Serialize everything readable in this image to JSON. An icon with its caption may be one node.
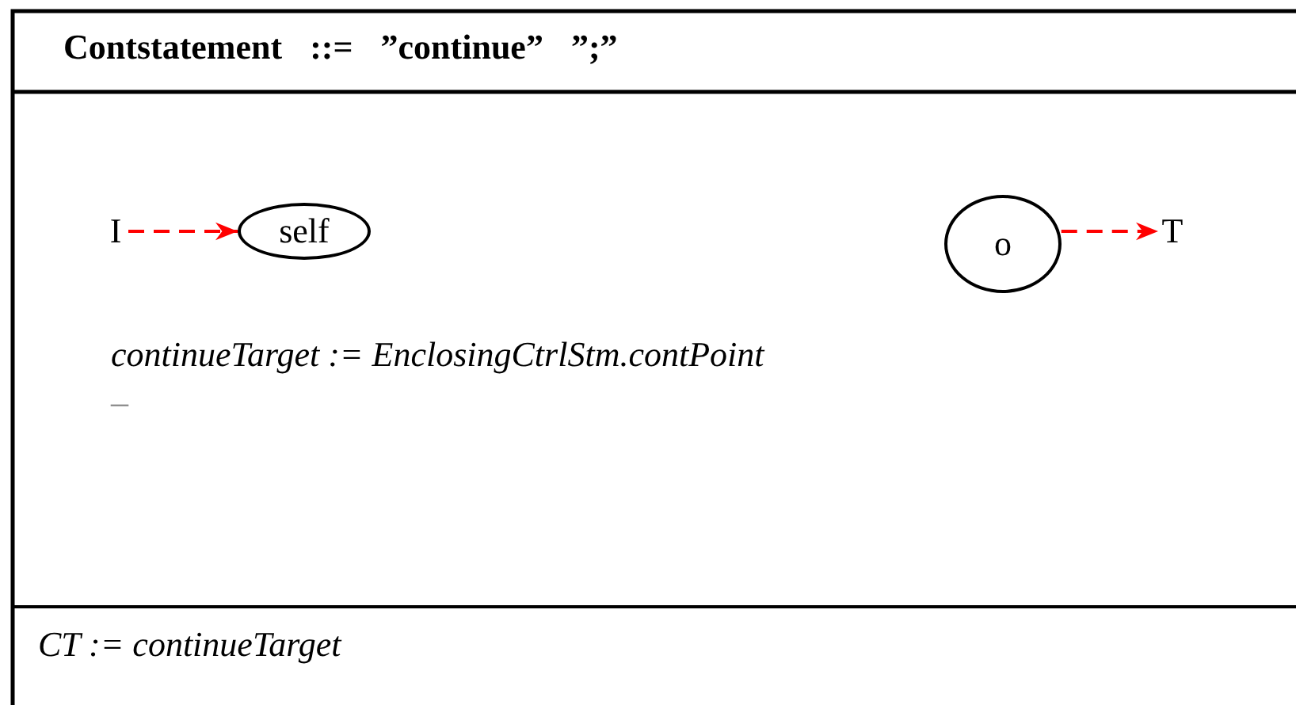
{
  "diagram": {
    "title": "Contstatement ::= ”continue” ”;”",
    "nodes": [
      {
        "text": [
          "I"
        ]
      },
      {
        "text": [
          "self"
        ]
      },
      {
        "text": [
          "o"
        ]
      },
      {
        "text": [
          "T"
        ]
      }
    ],
    "edges": [
      {
        "from": 0,
        "to": 1,
        "arrow": "to",
        "style": "dashed",
        "color": "#ff0000"
      },
      {
        "from": 2,
        "to": 3,
        "arrow": "to",
        "style": "dashed",
        "color": "#ff0000"
      }
    ],
    "labels": [
      "continueTarget := EnclosingCtrlStm.contPoint",
      "–",
      "CT := continueTarget"
    ]
  }
}
